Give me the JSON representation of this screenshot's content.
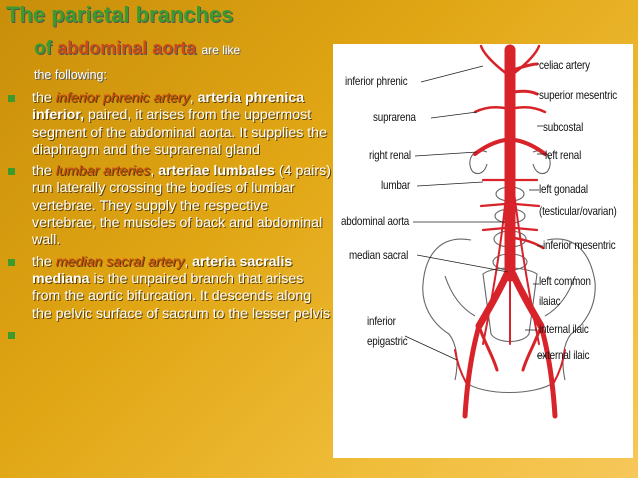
{
  "title": {
    "line1": "The parietal branches",
    "of_word": "of",
    "aorta": "abdominal aorta",
    "are_like": "are like",
    "following": "the following:"
  },
  "bullets": [
    {
      "the": "the",
      "term": "inferior phrenic artery",
      "comma": ",",
      "latin": "arteria phrenica inferior,",
      "rest": "paired, it arises from the uppermost segment of the abdominal aorta. It supplies the diaphragm and the suprarenal gland"
    },
    {
      "the": "the",
      "term": "lumbar arteries",
      "comma": ",",
      "latin": "arteriae lumbales",
      "rest": "(4 pairs) run laterally crossing the bodies of lumbar vertebrae. They supply the respective vertebrae, the muscles of back and abdominal wall."
    },
    {
      "the": "the",
      "term": "median sacral artery",
      "comma": ",",
      "latin": "arteria sacralis mediana",
      "rest": "is the unpaired branch that arises from the aortic bifurcation. It descends along the pelvic surface of sacrum to the lesser pelvis"
    }
  ],
  "figure": {
    "labels_left": [
      "inferior phrenic",
      "suprarena",
      "right renal",
      "lumbar",
      "abdominal aorta",
      "median sacral",
      "inferior",
      "epigastric"
    ],
    "labels_right": [
      "celiac artery",
      "superior mesentric",
      "subcostal",
      "left renal",
      "left gonadal",
      "(testicular/ovarian)",
      "inferior mesentric",
      "left common",
      "ilaiac",
      "internal ilaic",
      "external ilaic"
    ]
  },
  "colors": {
    "title_green": "#3c9b2c",
    "accent_orange": "#cd4a14",
    "artery_red": "#d8232a"
  }
}
